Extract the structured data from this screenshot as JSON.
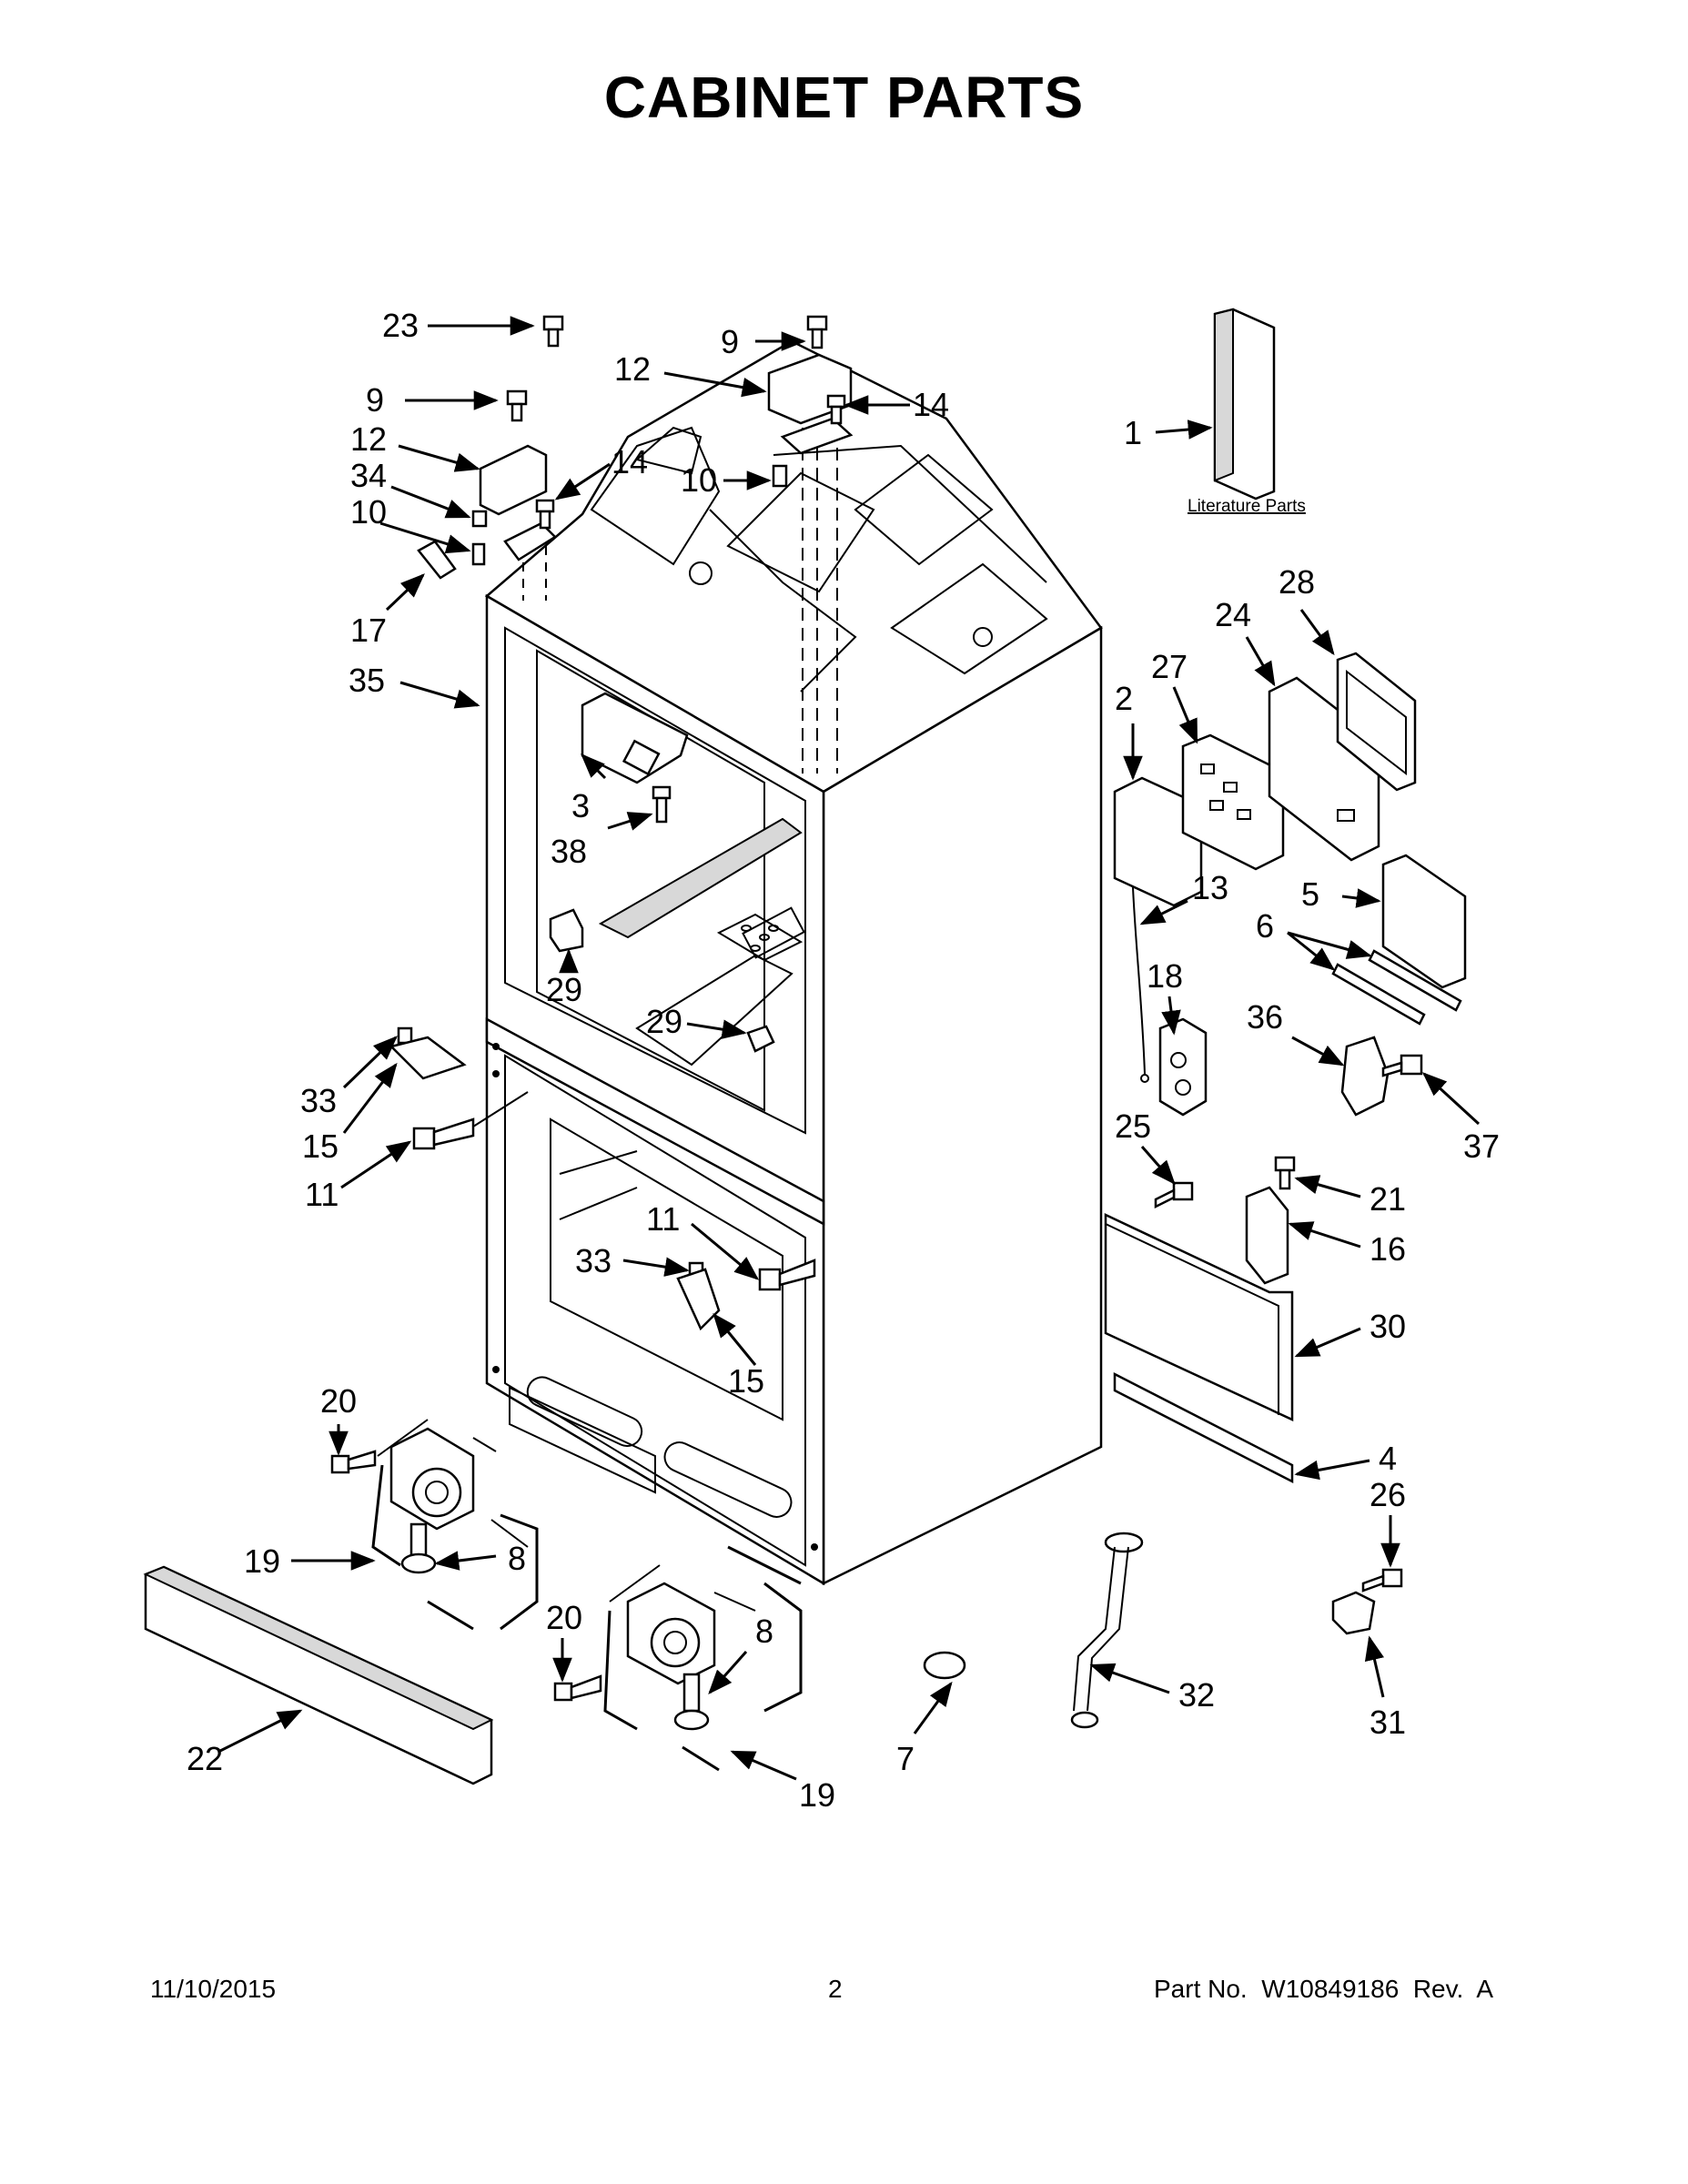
{
  "page": {
    "title": "CABINET PARTS",
    "footer_date": "11/10/2015",
    "footer_page": "2",
    "footer_part": "Part No.  W10849186  Rev.  A"
  },
  "literature": {
    "label": "Literature Parts"
  },
  "callouts": {
    "c1": "1",
    "c2": "2",
    "c3": "3",
    "c4": "4",
    "c5": "5",
    "c6": "6",
    "c7": "7",
    "c8a": "8",
    "c8b": "8",
    "c9a": "9",
    "c9b": "9",
    "c10a": "10",
    "c10b": "10",
    "c11a": "11",
    "c11b": "11",
    "c12a": "12",
    "c12b": "12",
    "c13": "13",
    "c14a": "14",
    "c14b": "14",
    "c15a": "15",
    "c15b": "15",
    "c16": "16",
    "c17": "17",
    "c18": "18",
    "c19a": "19",
    "c19b": "19",
    "c20a": "20",
    "c20b": "20",
    "c21": "21",
    "c22": "22",
    "c23": "23",
    "c24": "24",
    "c25": "25",
    "c26": "26",
    "c27": "27",
    "c28": "28",
    "c29a": "29",
    "c29b": "29",
    "c30": "30",
    "c31": "31",
    "c32": "32",
    "c33a": "33",
    "c33b": "33",
    "c34": "34",
    "c35": "35",
    "c36": "36",
    "c37": "37",
    "c38": "38"
  }
}
